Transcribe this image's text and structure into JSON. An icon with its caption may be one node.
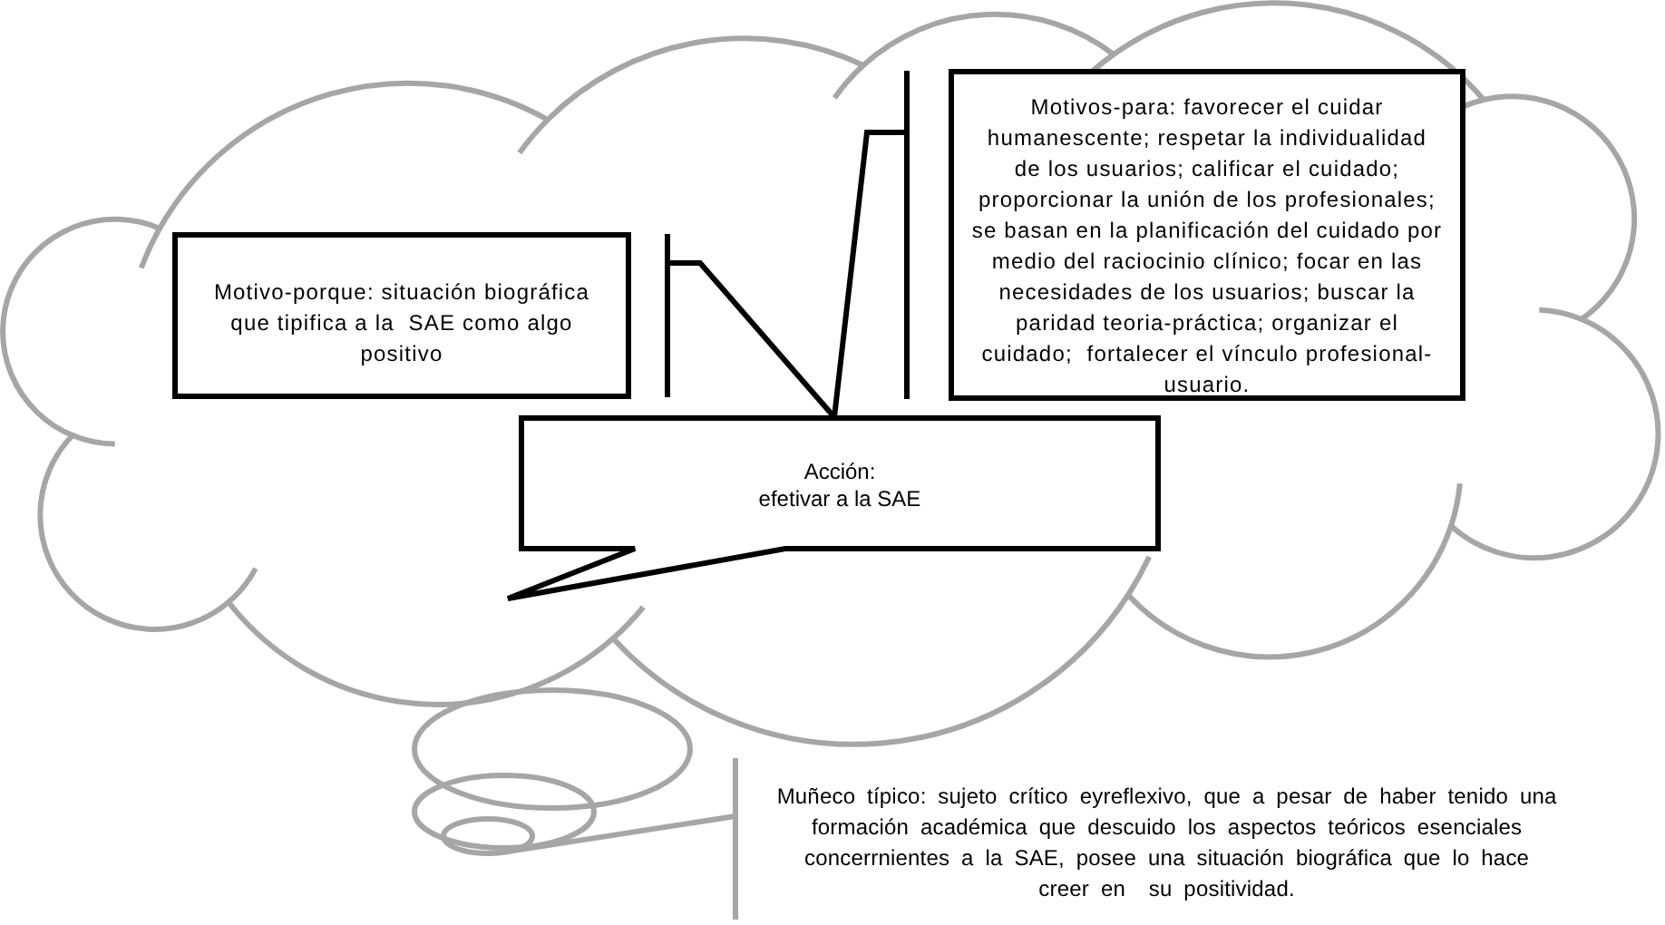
{
  "diagram": {
    "nodes": [
      {
        "text": [],
        "shape": "cloud"
      },
      {
        "text": [
          "Motivo-porque: situación biográfica que tipifica a la  SAE como algo positivo"
        ],
        "in": 0
      },
      {
        "text": [
          "Motivos-para: favorecer el cuidar humanescente; respetar la individualidad de los usuarios; calificar el cuidado; proporcionar la unión de los profesionales; se basan en la planificación del cuidado por medio del raciocinio clínico; focar en las necesidades de los usuarios; buscar la paridad teoria-práctica; organizar el cuidado;  fortalecer el vínculo profesional-usuario."
        ],
        "in": 0
      },
      {
        "text": [
          "Acción:",
          "efetivar a la SAE"
        ],
        "in": 0
      },
      {
        "text": [],
        "shape": "circle"
      },
      {
        "text": [],
        "shape": "circle"
      },
      {
        "text": [],
        "shape": "circle"
      },
      {
        "text": [
          "Muñeco típico: sujeto crítico eyreflexivo, que a pesar de haber tenido una formación académica que descuido los aspectos teóricos esenciales concerrnientes a la SAE, posee una situación biográfica que lo hace creer en  su positividad."
        ]
      }
    ],
    "edges": [
      {
        "from": 1,
        "to": 3,
        "arrow": "none"
      },
      {
        "from": 2,
        "to": 3,
        "arrow": "none"
      },
      {
        "from": 7,
        "to": 6,
        "arrow": "none",
        "color": "#a6a6a6"
      }
    ]
  }
}
